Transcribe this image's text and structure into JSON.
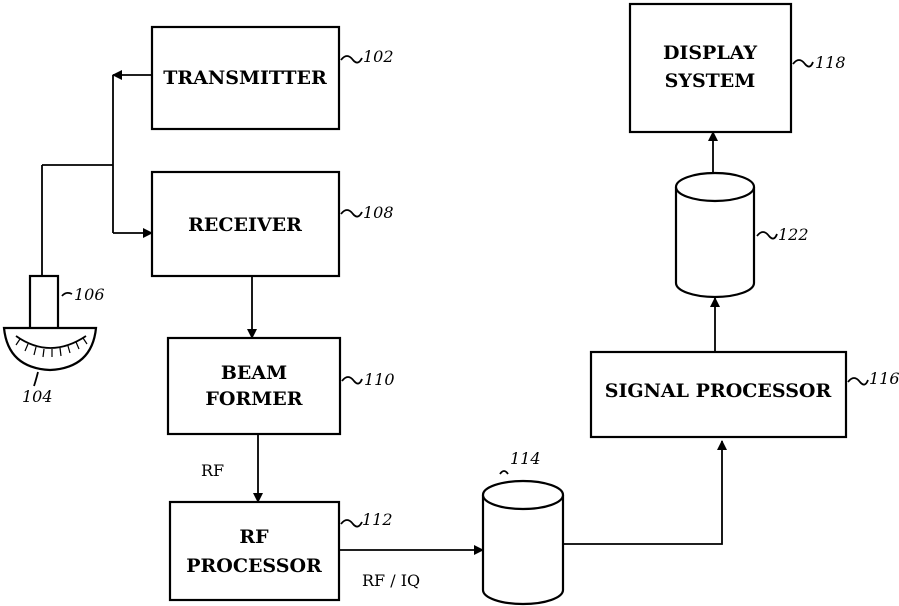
{
  "blocks": {
    "transmitter": {
      "label": "TRANSMITTER",
      "ref": "102"
    },
    "receiver": {
      "label": "RECEIVER",
      "ref": "108"
    },
    "beamformer": {
      "line1": "BEAM",
      "line2": "FORMER",
      "ref": "110"
    },
    "rf_processor": {
      "line1": "RF",
      "line2": "PROCESSOR",
      "ref": "112"
    },
    "signal_processor": {
      "label": "SIGNAL PROCESSOR",
      "ref": "116"
    },
    "display_system": {
      "line1": "DISPLAY",
      "line2": "SYSTEM",
      "ref": "118"
    }
  },
  "buffers": {
    "rf_iq_buffer": {
      "ref": "114"
    },
    "image_buffer": {
      "ref": "122"
    }
  },
  "probe": {
    "housing_ref": "106",
    "elements_ref": "104"
  },
  "edge_labels": {
    "rf": "RF",
    "rf_iq": "RF / IQ"
  }
}
